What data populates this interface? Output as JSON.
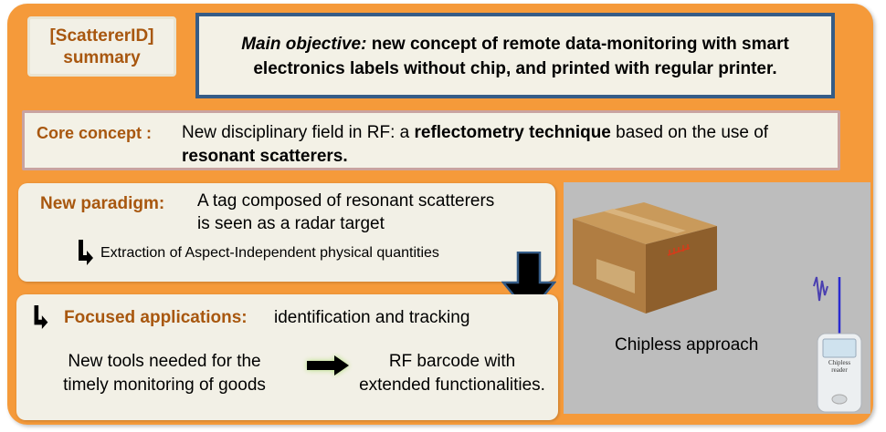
{
  "title": {
    "line1": "[ScattererID]",
    "line2": "summary"
  },
  "objective": {
    "label": "Main objective:",
    "text_line1": " new concept of remote data-monitoring with smart",
    "text_line2": "electronics labels without chip, and printed with regular printer."
  },
  "core": {
    "label": "Core concept :",
    "t1": "New disciplinary field in RF: a ",
    "b1": "reflectometry technique",
    "t2": " based on the use of ",
    "b2": "resonant scatterers."
  },
  "paradigm": {
    "label": "New paradigm:",
    "text_line1": "A tag composed of resonant scatterers",
    "text_line2": "is seen as a radar target",
    "extraction": "Extraction of Aspect-Independent physical quantities"
  },
  "applications": {
    "label": "Focused applications:",
    "text": "identification and tracking",
    "tools_line1": "New tools needed for the",
    "tools_line2": "timely monitoring of goods",
    "barcode_line1": "RF barcode with",
    "barcode_line2": "extended functionalities."
  },
  "illustration": {
    "caption": "Chipless approach",
    "reader_label_1": "Chipless",
    "reader_label_2": "reader"
  },
  "colors": {
    "frame": "#f59a3a",
    "label": "#a8570f",
    "objective_border": "#355c87",
    "arrow_fill": "#000000",
    "arrow_glow": "#7ed321"
  }
}
